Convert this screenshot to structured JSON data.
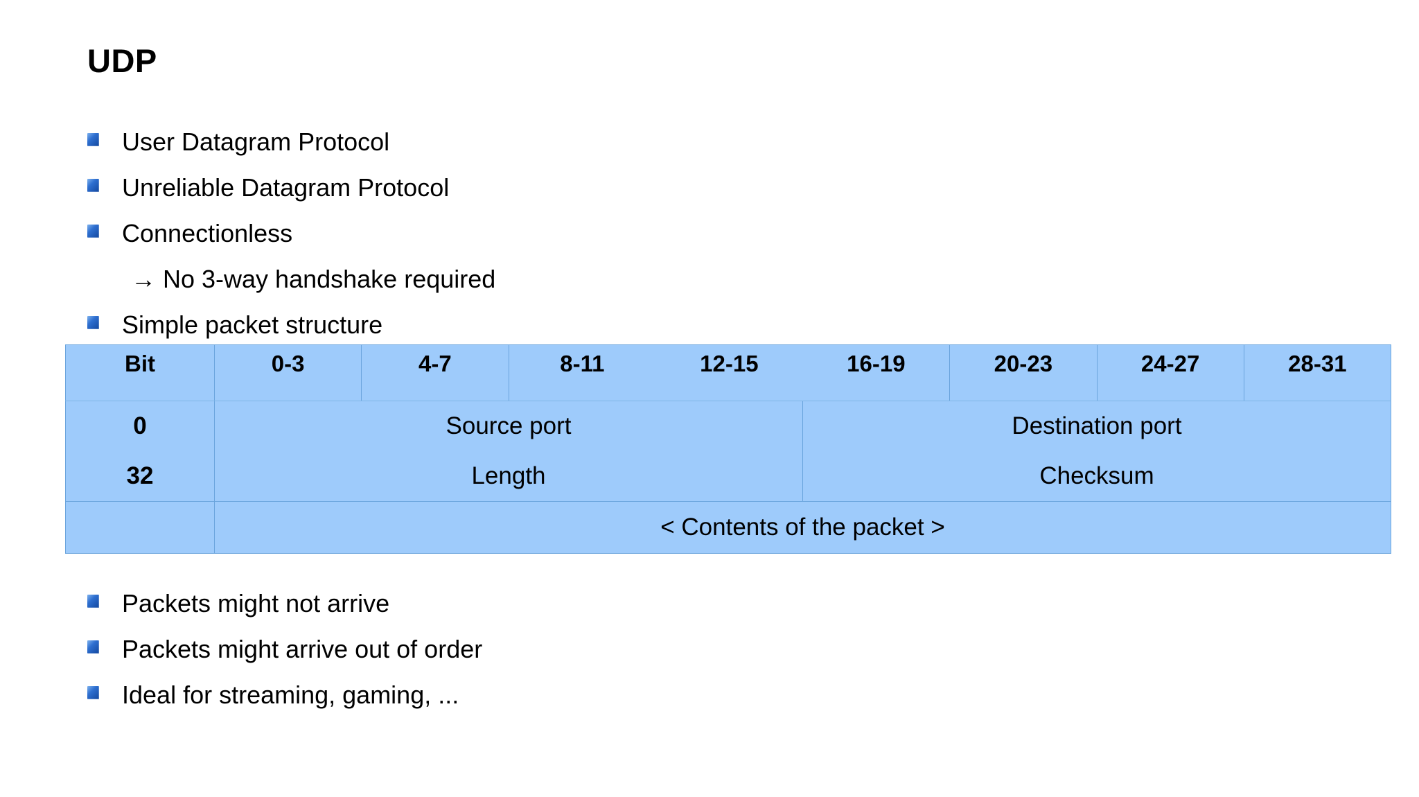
{
  "slide": {
    "title": "UDP",
    "background_color": "#ffffff",
    "text_color": "#000000"
  },
  "bullet_marker": {
    "icon": "blue-square-bullet-icon",
    "color": "#2E6FD0"
  },
  "bullets_top": [
    {
      "text": "User Datagram Protocol",
      "level": 1
    },
    {
      "text": "Unreliable Datagram Protocol",
      "level": 1
    },
    {
      "text": "Connectionless",
      "level": 1
    },
    {
      "text": "→ No 3-way handshake required",
      "level": 2
    },
    {
      "text": "Simple packet structure",
      "level": 1
    }
  ],
  "bullets_bottom": [
    {
      "text": "Packets might not arrive",
      "level": 1
    },
    {
      "text": "Packets might arrive out of order",
      "level": 1
    },
    {
      "text": "Ideal for streaming, gaming, ...",
      "level": 1
    }
  ],
  "packet_table": {
    "fill_color": "#9ECBFB",
    "border_color": "#6AA4DC",
    "headers": [
      "Bit",
      "0-3",
      "4-7",
      "8-11",
      "12-15",
      "16-19",
      "20-23",
      "24-27",
      "28-31"
    ],
    "rows": [
      {
        "offset": "0",
        "left_field": "Source port",
        "right_field": "Destination port"
      },
      {
        "offset": "32",
        "left_field": "Length",
        "right_field": "Checksum"
      }
    ],
    "contents_row": {
      "offset": "",
      "text": "< Contents of the packet >"
    }
  }
}
